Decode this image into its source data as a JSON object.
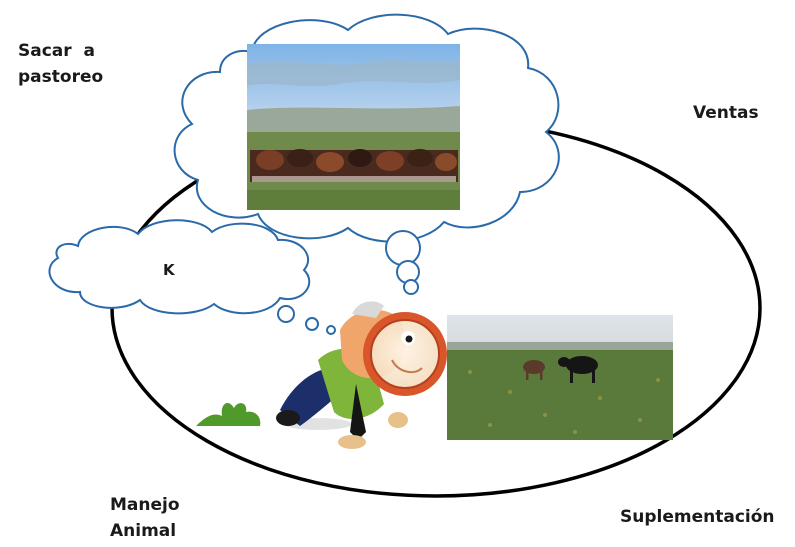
{
  "labels": {
    "sacar_line1": "Sacar  a",
    "sacar_line2": "pastoreo",
    "ventas": "Ventas",
    "manejo_line1": "Manejo",
    "manejo_line2": "Animal",
    "suplementacion": "Suplementación",
    "k": "K"
  },
  "colors": {
    "cloud_stroke": "#2b6aa8",
    "ellipse_stroke": "#000000",
    "magnifier_ring": "#d9562b",
    "shirt": "#7fb53a",
    "trousers": "#1c2f6b",
    "pasture": "#5a7a3c"
  },
  "icons": {
    "photo_top": "cattle-herd-photo",
    "photo_right": "grazing-cattle-photo",
    "character": "man-with-magnifier",
    "plant": "grass-tuft-icon"
  }
}
